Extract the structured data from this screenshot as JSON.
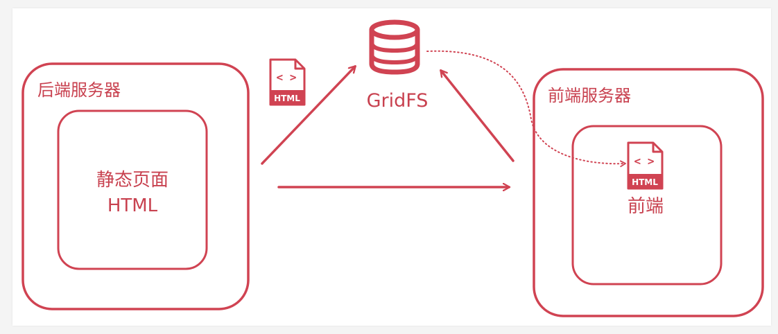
{
  "backend": {
    "title": "后端服务器",
    "inner_line1": "静态页面",
    "inner_line2": "HTML"
  },
  "storage": {
    "label": "GridFS"
  },
  "frontend": {
    "title": "前端服务器",
    "inner_label": "前端"
  },
  "file_icon": {
    "code_glyph": "< >",
    "tag": "HTML"
  },
  "colors": {
    "accent": "#d04352",
    "background": "#ffffff"
  }
}
